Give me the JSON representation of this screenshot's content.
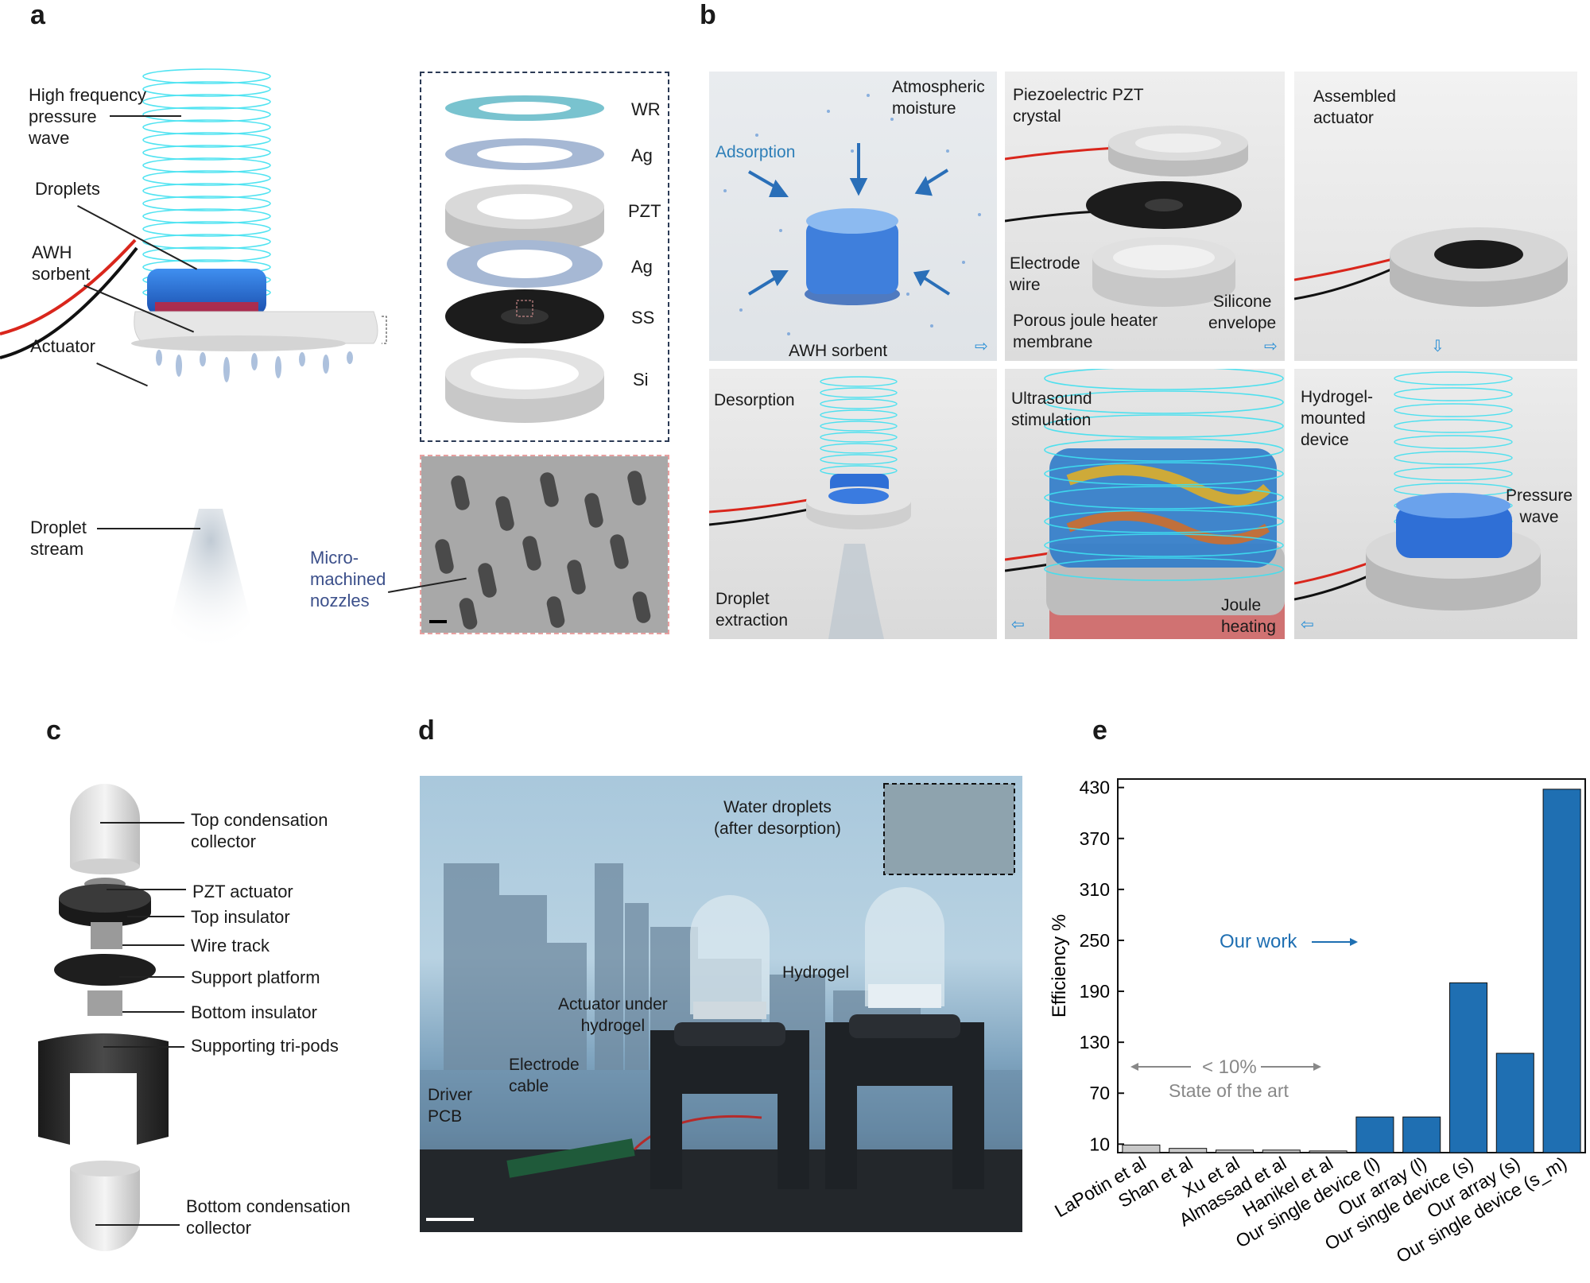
{
  "panels": {
    "a": "a",
    "b": "b",
    "c": "c",
    "d": "d",
    "e": "e"
  },
  "a": {
    "labels": {
      "pressure": "High frequency\npressure\nwave",
      "droplets": "Droplets",
      "sorbent": "AWH\nsorbent",
      "actuator": "Actuator",
      "stream": "Droplet\nstream",
      "nozzles": "Micro-\nmachined\nnozzles"
    },
    "layers": [
      "WR",
      "Ag",
      "PZT",
      "Ag",
      "SS",
      "Si"
    ]
  },
  "b": {
    "tile1": {
      "moisture": "Atmospheric\nmoisture",
      "adsorption": "Adsorption",
      "sorbent": "AWH sorbent"
    },
    "tile2": {
      "crystal": "Piezoelectric PZT\ncrystal",
      "wire": "Electrode\nwire",
      "membrane": "Porous joule heater\nmembrane",
      "envelope": "Silicone\nenvelope"
    },
    "tile3": {
      "assembled": "Assembled\nactuator"
    },
    "tile4": {
      "desorption": "Desorption",
      "extraction": "Droplet\nextraction"
    },
    "tile5": {
      "ultrasound": "Ultrasound\nstimulation",
      "joule": "Joule\nheating"
    },
    "tile6": {
      "hydrogel": "Hydrogel-\nmounted\ndevice",
      "pressure": "Pressure\nwave"
    }
  },
  "c": {
    "labels": [
      "Top condensation\ncollector",
      "PZT actuator",
      "Top insulator",
      "Wire track",
      "Support platform",
      "Bottom insulator",
      "Supporting tri-pods",
      "Bottom condensation\ncollector"
    ]
  },
  "d": {
    "droplets": "Water droplets\n(after desorption)",
    "hydrogel": "Hydrogel",
    "actuator": "Actuator under\nhydrogel",
    "cable": "Electrode\ncable",
    "pcb": "Driver\nPCB"
  },
  "chart_data": {
    "type": "bar",
    "ylabel": "Efficiency %",
    "ylim": [
      0,
      440
    ],
    "yticks": [
      10,
      70,
      130,
      190,
      250,
      310,
      370,
      430
    ],
    "categories": [
      "LaPotin et al",
      "Shan et al",
      "Xu et al",
      "Almassad et al",
      "Hanikel et al",
      "Our single device (l)",
      "Our array (l)",
      "Our single device (s)",
      "Our array (s)",
      "Our single device (s_m)"
    ],
    "values": [
      9,
      5,
      3,
      3,
      2,
      42,
      42,
      200,
      117,
      428
    ],
    "colors": [
      "#c8c8c8",
      "#c8c8c8",
      "#c8c8c8",
      "#c8c8c8",
      "#c8c8c8",
      "#1f6fb2",
      "#1f6fb2",
      "#1f6fb2",
      "#1f6fb2",
      "#1f6fb2"
    ],
    "annotations": {
      "our_work": "Our work",
      "sota_value": "< 10%",
      "sota_label": "State of the art"
    }
  }
}
